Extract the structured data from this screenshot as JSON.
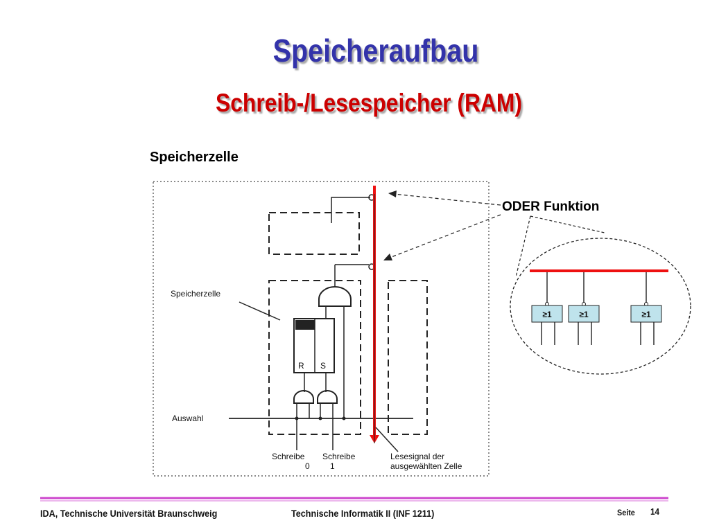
{
  "slide": {
    "title": "Speicheraufbau",
    "subtitle": "Schreib-/Lesespeicher (RAM)",
    "cell_heading": "Speicherzelle",
    "oder_label": "ODER Funktion"
  },
  "schematic": {
    "speicherzelle_label": "Speicherzelle",
    "auswahl_label": "Auswahl",
    "flipflop_r": "R",
    "flipflop_s": "S",
    "schreibe0": [
      "Schreibe",
      "0"
    ],
    "schreibe1": [
      "Schreibe",
      "1"
    ],
    "lesesignal": [
      "Lesesignal der",
      "ausgewählten Zelle"
    ]
  },
  "gate_symbol": "≥1",
  "footer": {
    "left": "IDA, Technische Universität Braunschweig",
    "middle": "Technische Informatik II (INF 1211)",
    "page_label": "Seite",
    "page_number": "14"
  },
  "colors": {
    "title": "#3333aa",
    "subtitle": "#cc0000",
    "read_line": "#ee1111",
    "footer_rule": "#cc44cc"
  }
}
